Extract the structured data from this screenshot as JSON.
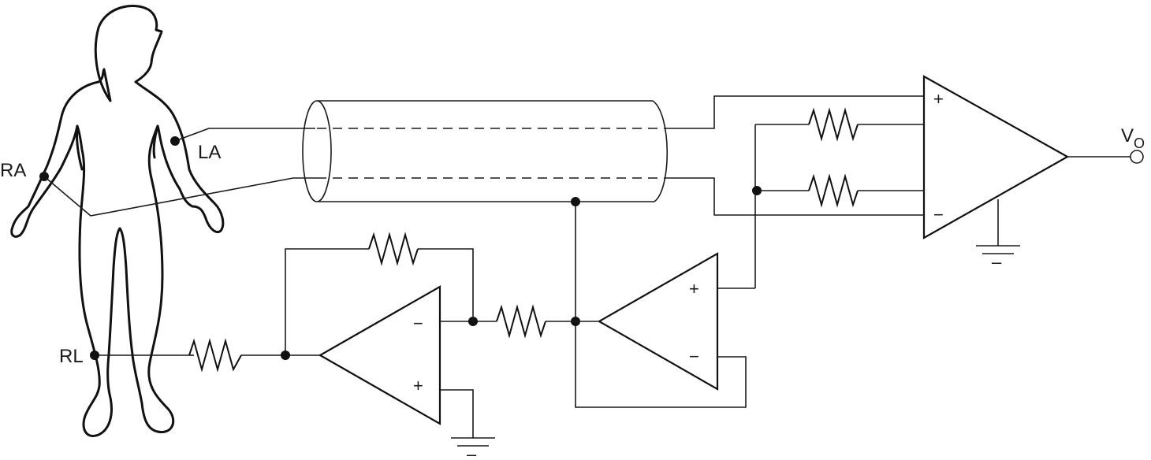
{
  "labels": {
    "right_arm": "RA",
    "left_arm": "LA",
    "right_leg": "RL",
    "output_v": "V",
    "output_sub": "O"
  },
  "signs": {
    "plus": "+",
    "minus": "−",
    "ground_small": "–"
  }
}
